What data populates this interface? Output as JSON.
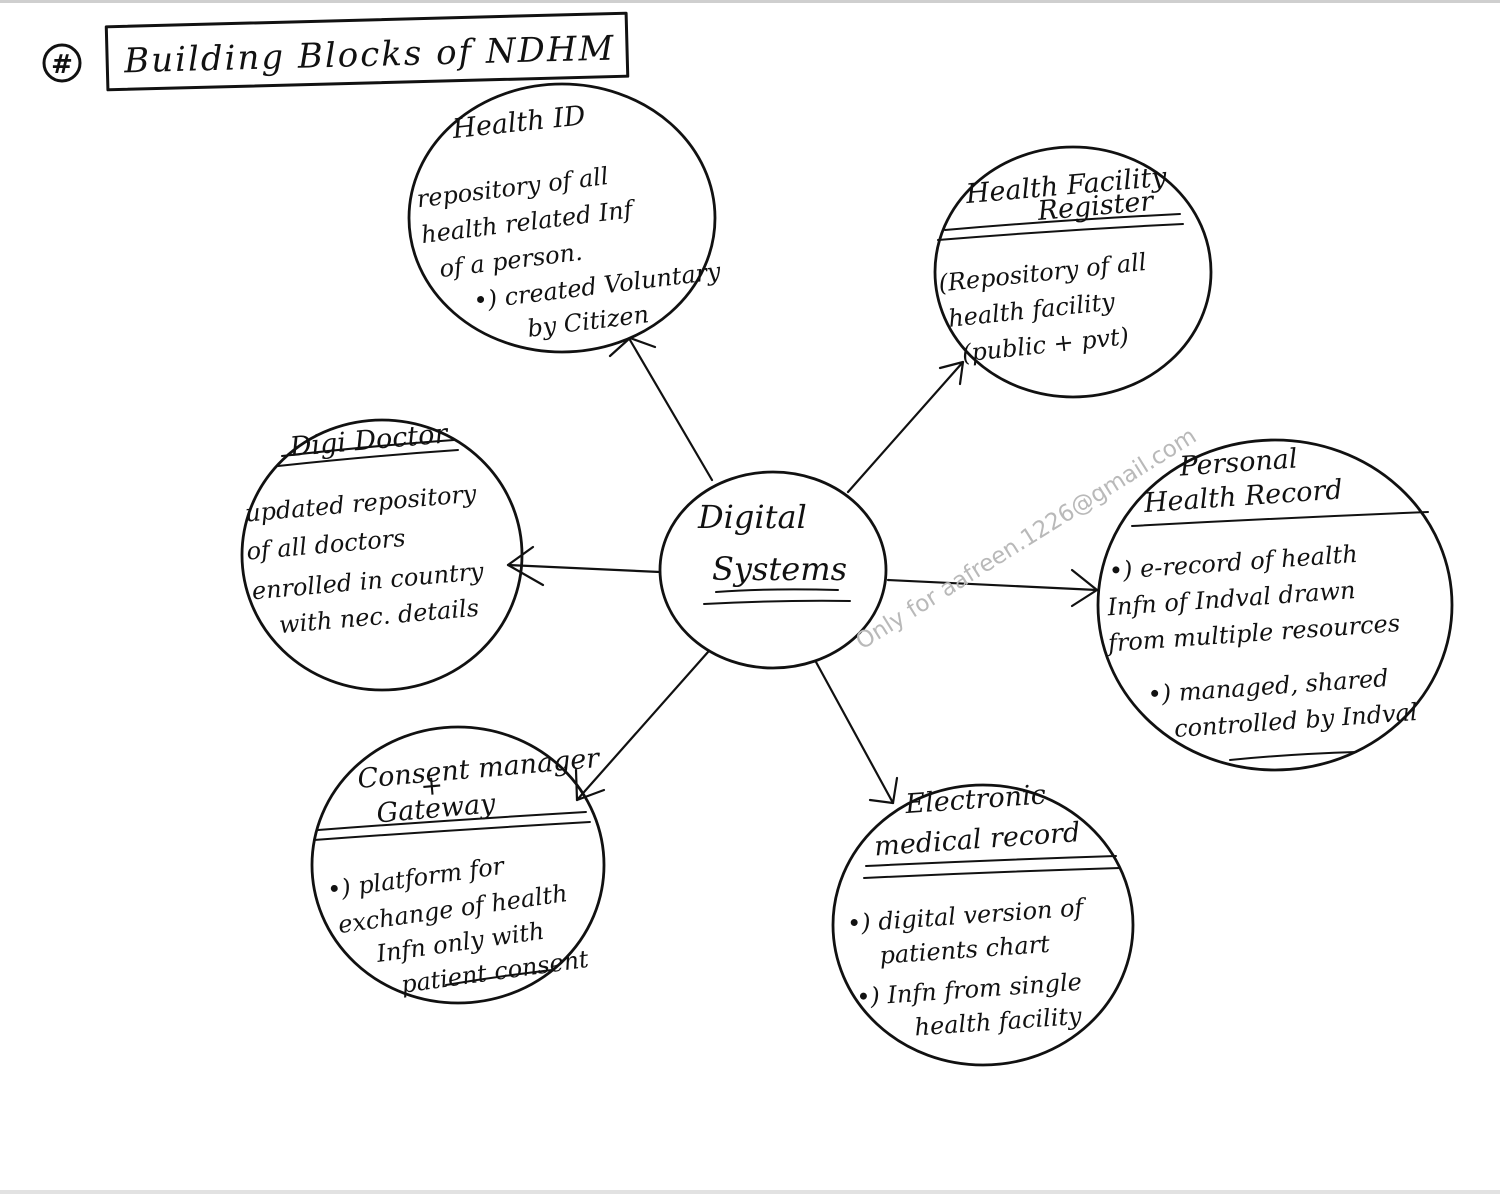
{
  "heading": {
    "marker": "#",
    "title": "Building Blocks of NDHM"
  },
  "center": {
    "line1": "Digital",
    "line2": "Systems"
  },
  "nodes": {
    "health_id": {
      "title": "Health ID",
      "lines": [
        "repository of all",
        "health related Inf",
        "of a person.",
        "•) created Voluntary",
        "by Citizen"
      ]
    },
    "health_facility_register": {
      "title_line1": "Health Facility",
      "title_line2": "Register",
      "lines": [
        "(Repository of all",
        "health facility",
        "(public + pvt)"
      ]
    },
    "personal_health_record": {
      "title_line1": "Personal",
      "title_line2": "Health Record",
      "lines": [
        "•) e-record of health",
        "Infn of Indval drawn",
        "from multiple resources",
        "•) managed, shared",
        "controlled by Indval"
      ]
    },
    "electronic_medical_record": {
      "title_line1": "Electronic",
      "title_line2": "medical record",
      "lines": [
        "•) digital version of",
        "patients chart",
        "•) Infn from single",
        "health facility"
      ]
    },
    "consent_manager": {
      "title_line1": "Consent manager",
      "title_line2": "+",
      "title_line3": "Gateway",
      "lines": [
        "•) platform for",
        "exchange of health",
        "Infn only with",
        "patient consent"
      ]
    },
    "digi_doctor": {
      "title": "Digi Doctor",
      "lines": [
        "updated repository",
        "of all doctors",
        "enrolled in country",
        "with nec. details"
      ]
    }
  },
  "watermark": "Only for aafreen.1226@gmail.com",
  "colors": {
    "ink": "#111111",
    "paper": "#ffffff",
    "watermark": "#b9b9b9"
  }
}
